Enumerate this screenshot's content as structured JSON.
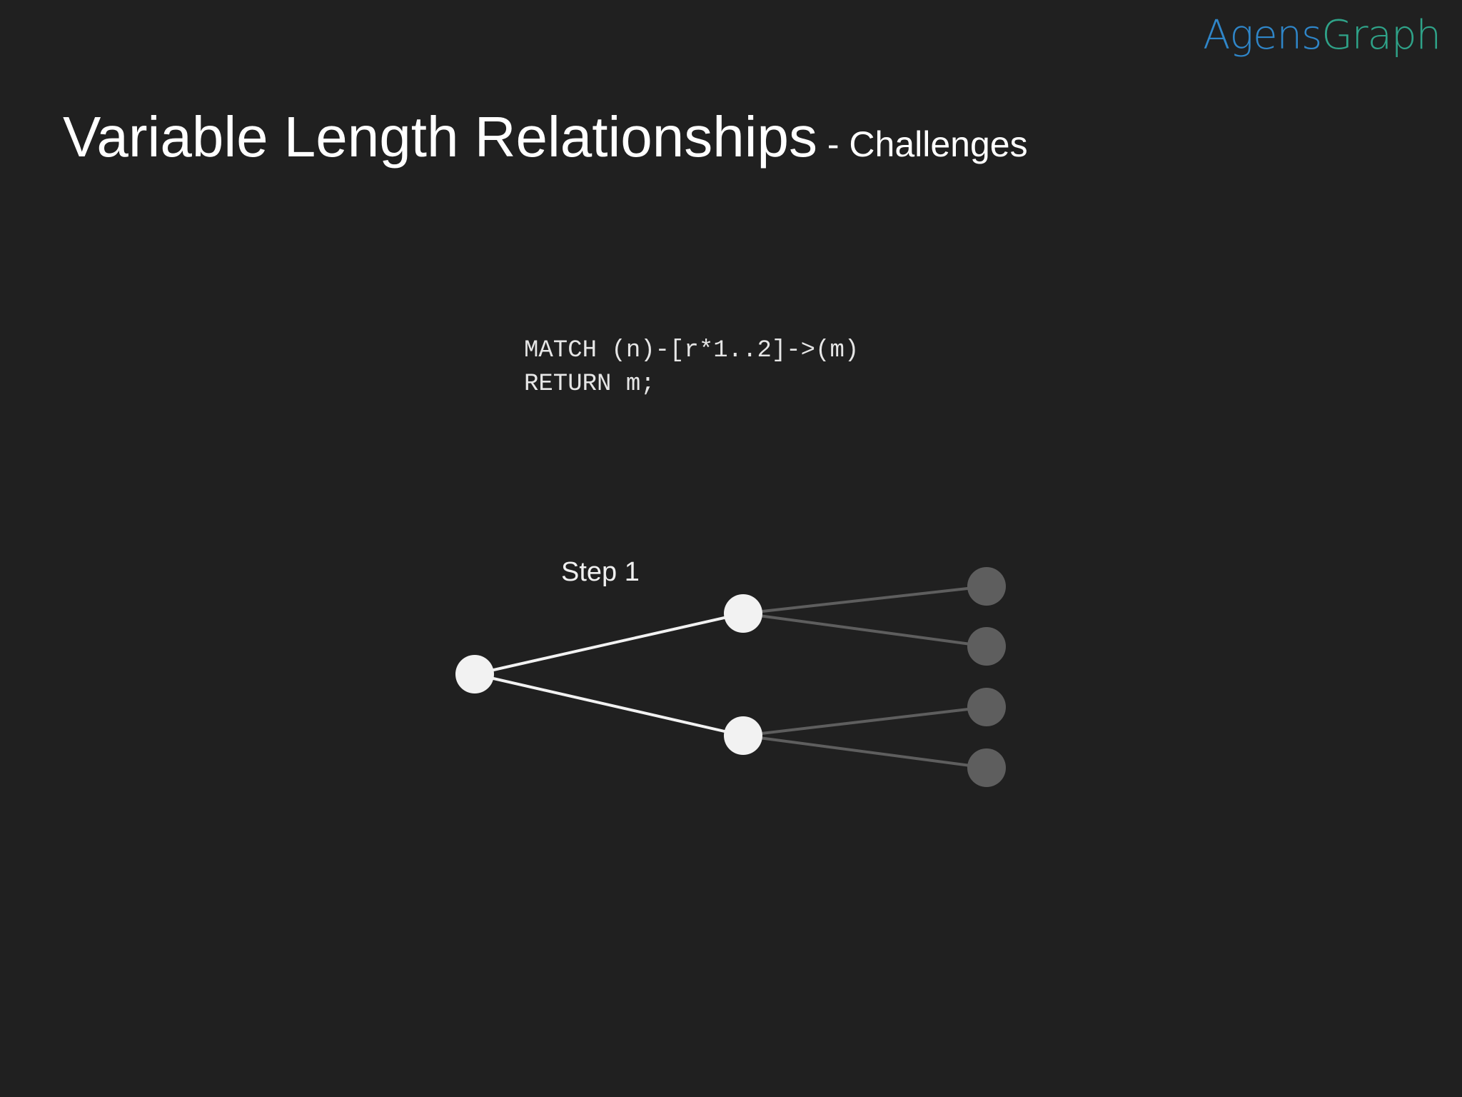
{
  "logo": {
    "part1": "Agens",
    "part2": "Graph",
    "colors": {
      "part1": "#2f86c9",
      "part2": "#2fa389"
    }
  },
  "title": {
    "main": "Variable Length Relationships",
    "sub": " - Challenges"
  },
  "code": {
    "lines": [
      "MATCH (n)-[r*1..2]->(m)",
      "RETURN m;"
    ]
  },
  "diagram": {
    "step_label": "Step 1",
    "colors": {
      "active_node": "#f2f2f2",
      "active_edge": "#f2f2f2",
      "inactive_node": "#5e5e5e",
      "inactive_edge": "#5e5e5e",
      "background": "#202020"
    },
    "nodes": [
      {
        "id": "root",
        "state": "active"
      },
      {
        "id": "hop1-top",
        "state": "active"
      },
      {
        "id": "hop1-bottom",
        "state": "active"
      },
      {
        "id": "hop2-a",
        "state": "inactive"
      },
      {
        "id": "hop2-b",
        "state": "inactive"
      },
      {
        "id": "hop2-c",
        "state": "inactive"
      },
      {
        "id": "hop2-d",
        "state": "inactive"
      }
    ],
    "edges": [
      {
        "from": "root",
        "to": "hop1-top",
        "state": "active"
      },
      {
        "from": "root",
        "to": "hop1-bottom",
        "state": "active"
      },
      {
        "from": "hop1-top",
        "to": "hop2-a",
        "state": "inactive"
      },
      {
        "from": "hop1-top",
        "to": "hop2-b",
        "state": "inactive"
      },
      {
        "from": "hop1-bottom",
        "to": "hop2-c",
        "state": "inactive"
      },
      {
        "from": "hop1-bottom",
        "to": "hop2-d",
        "state": "inactive"
      }
    ]
  }
}
